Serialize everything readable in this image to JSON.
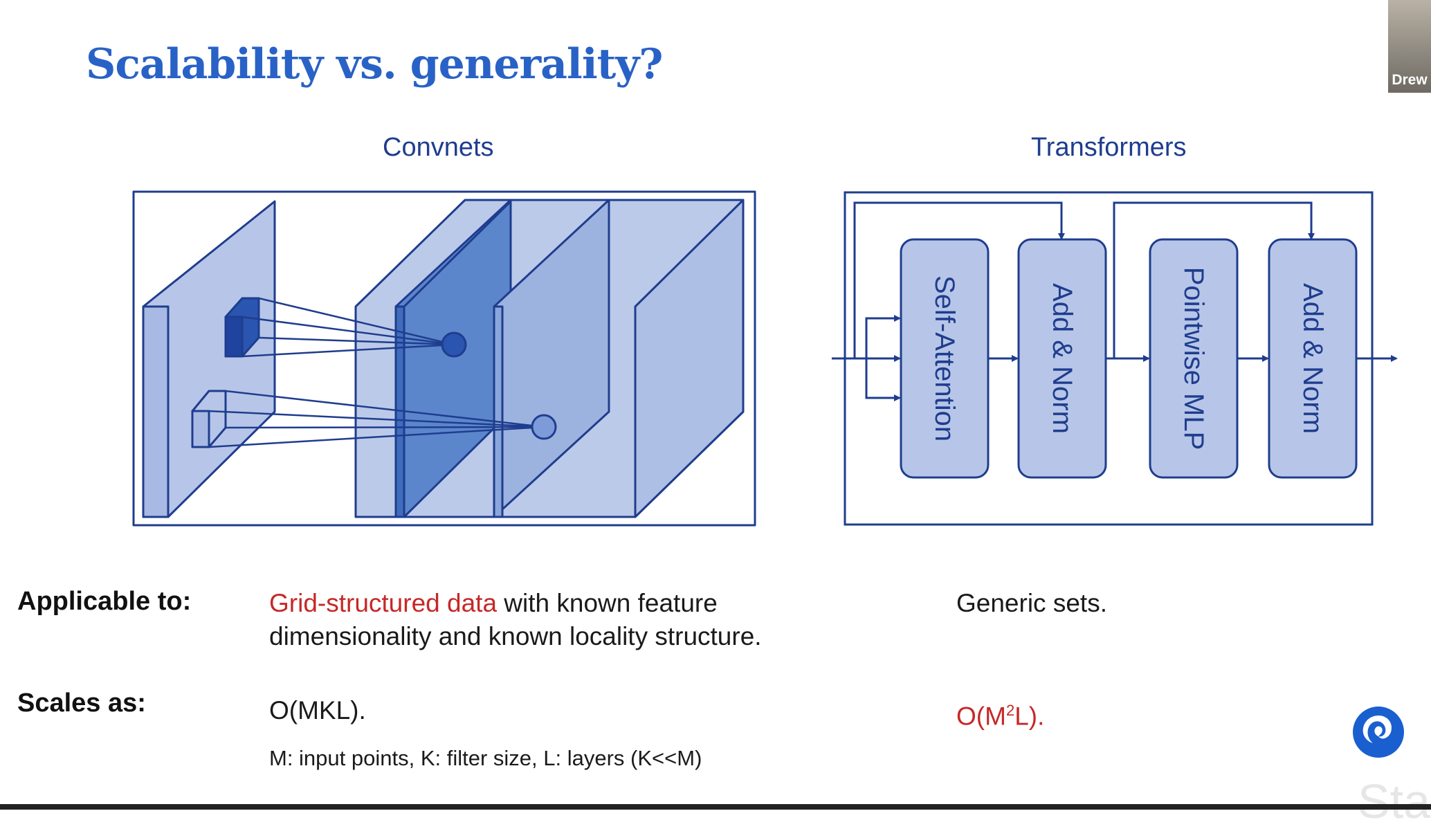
{
  "slide": {
    "title": "Scalability vs. generality?",
    "convnets_heading": "Convnets",
    "transformers_heading": "Transformers",
    "transformer_blocks": [
      "Self-Attention",
      "Add & Norm",
      "Pointwise MLP",
      "Add & Norm"
    ],
    "applicable_label": "Applicable to:",
    "convnet_applicable_highlight": "Grid-structured data",
    "convnet_applicable_rest": " with known feature",
    "convnet_applicable_line2": "dimensionality and known locality structure.",
    "transformer_applicable": "Generic sets.",
    "scales_label": "Scales as:",
    "convnet_scaling": "O(MKL).",
    "transformer_scaling_prefix": "O(M",
    "transformer_scaling_exp": "2",
    "transformer_scaling_suffix": "L).",
    "footnote": "M: input points, K: filter size, L: layers (K<<M)",
    "watermark": "Sta",
    "colors": {
      "title": "#2962c6",
      "diagram": "#1f3d8e",
      "highlight": "#c62828"
    }
  },
  "presenter": {
    "name": "Drew"
  }
}
